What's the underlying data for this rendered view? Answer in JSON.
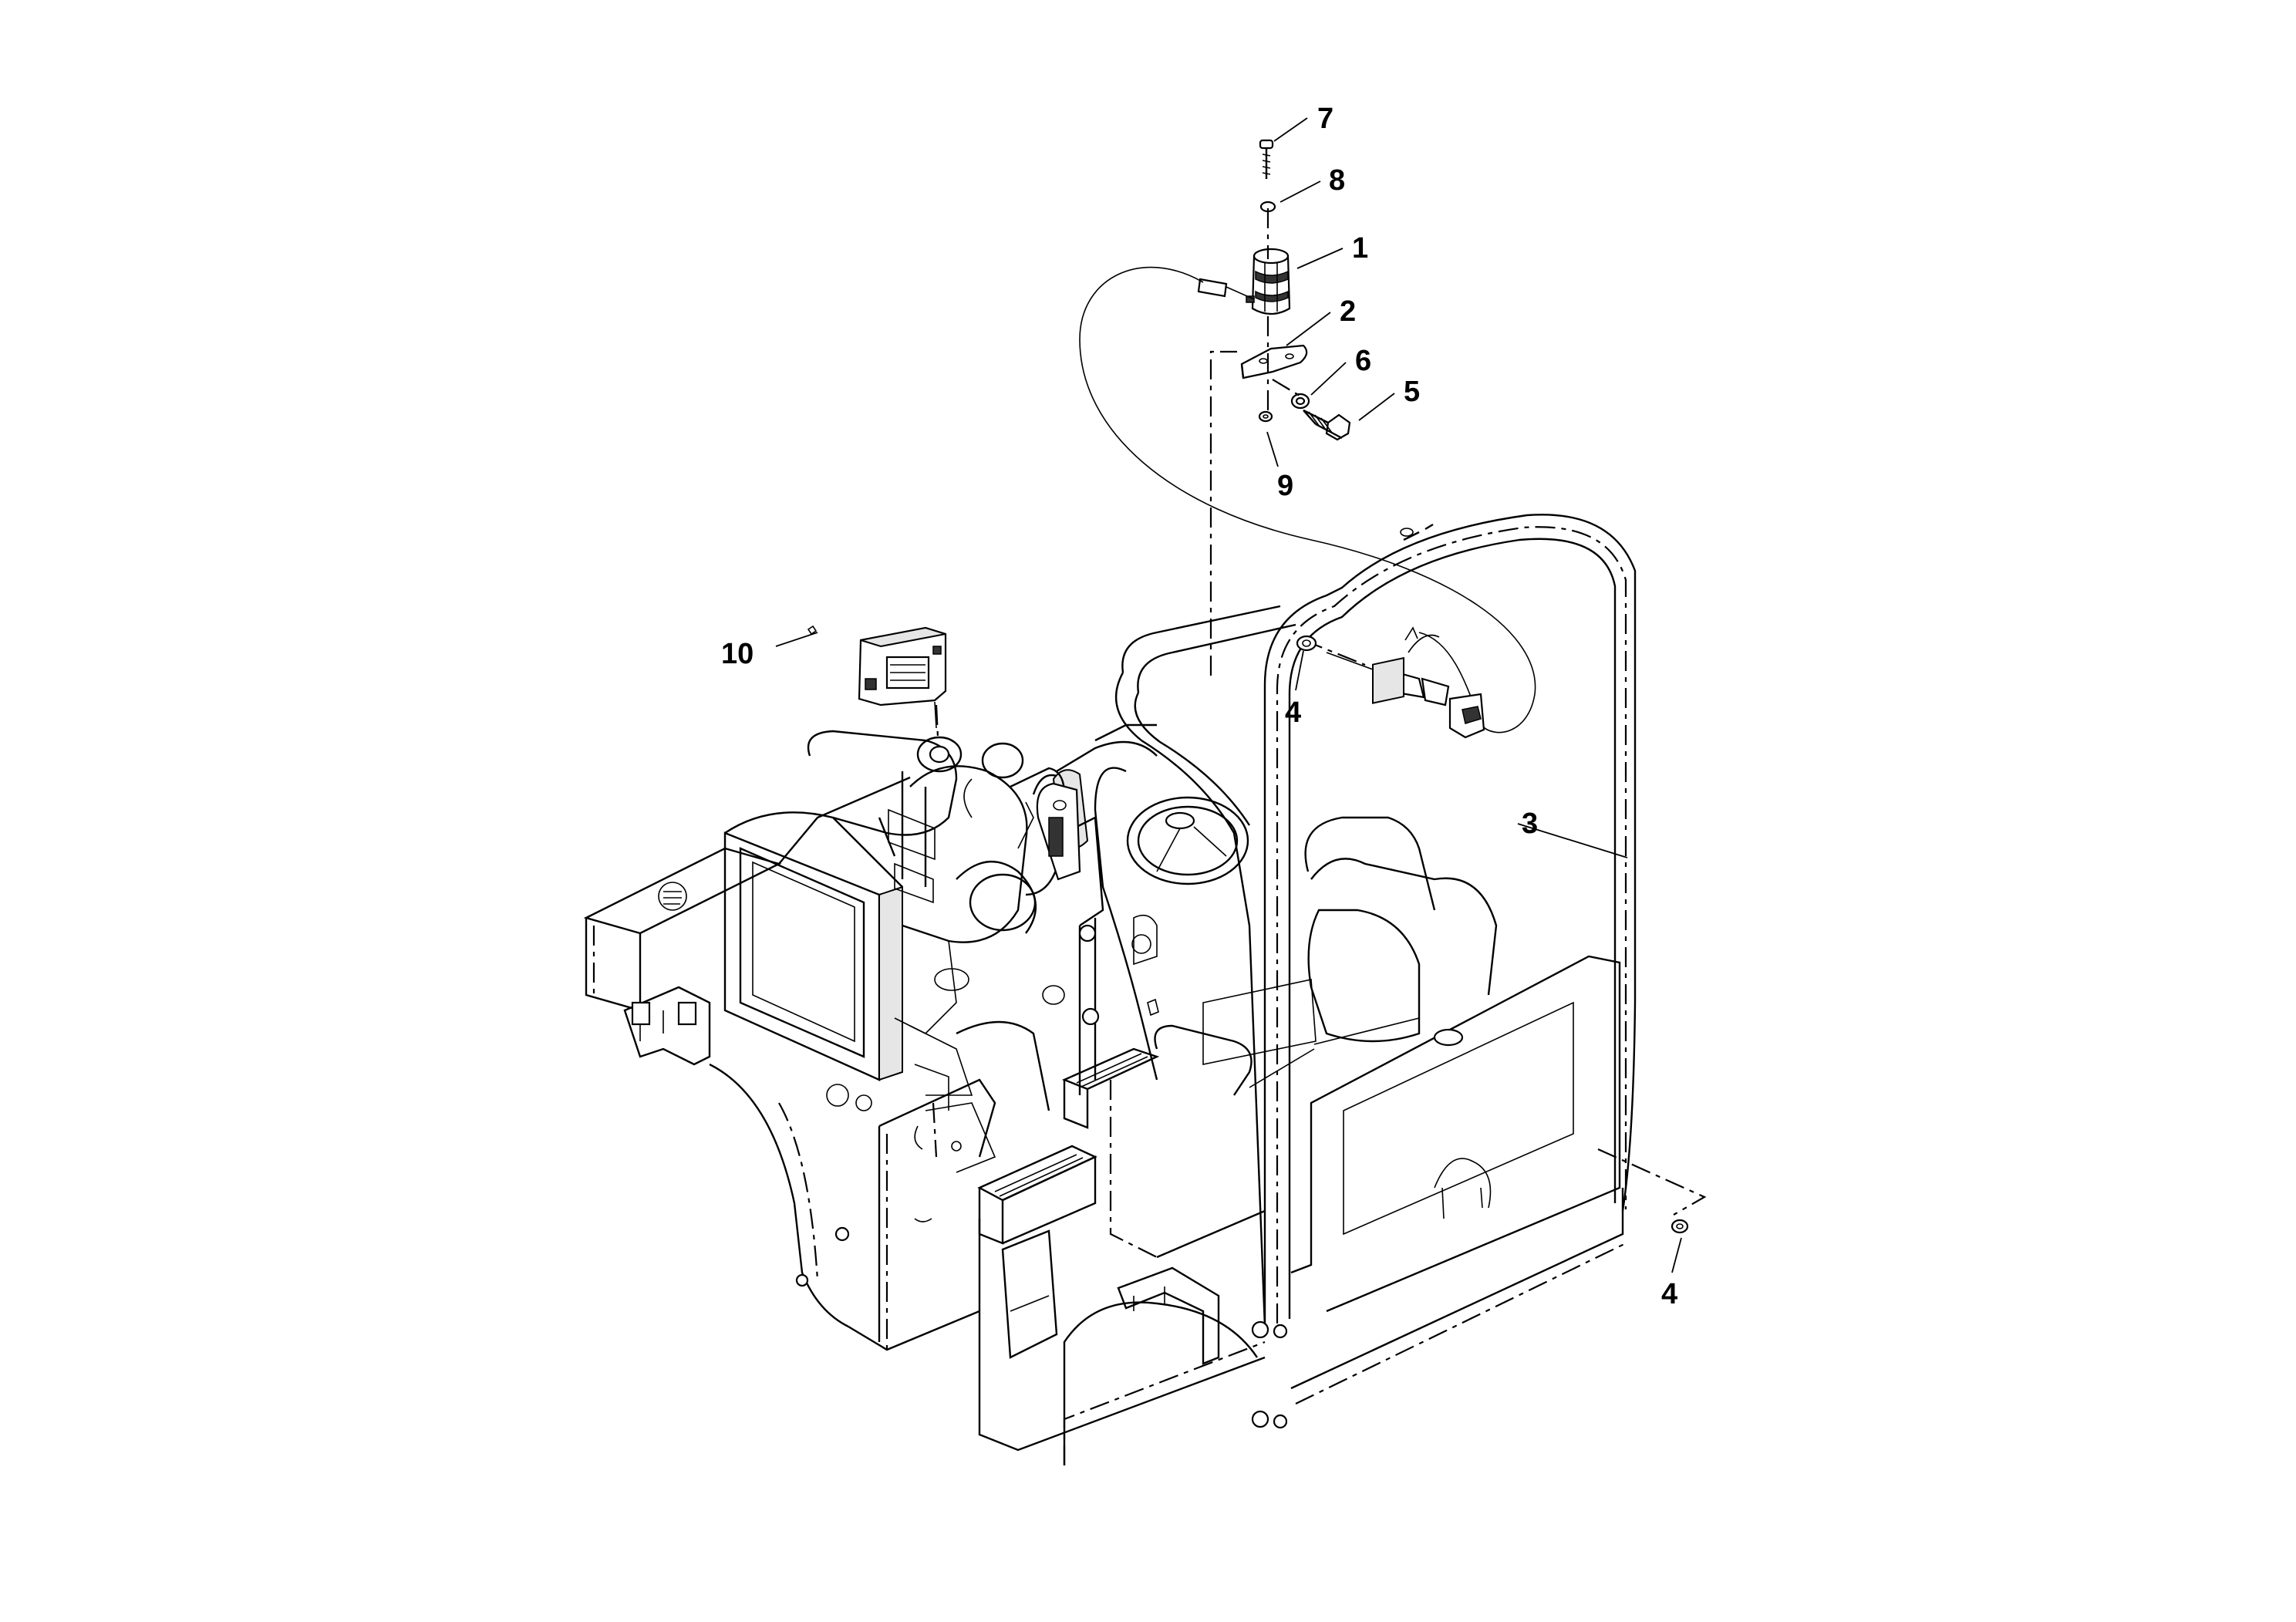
{
  "callouts": [
    {
      "id": "c7",
      "label": "7"
    },
    {
      "id": "c8",
      "label": "8"
    },
    {
      "id": "c1",
      "label": "1"
    },
    {
      "id": "c2",
      "label": "2"
    },
    {
      "id": "c6",
      "label": "6"
    },
    {
      "id": "c5",
      "label": "5"
    },
    {
      "id": "c9",
      "label": "9"
    },
    {
      "id": "c10",
      "label": "10"
    },
    {
      "id": "c4a",
      "label": "4"
    },
    {
      "id": "c3",
      "label": "3"
    },
    {
      "id": "c4b",
      "label": "4"
    }
  ]
}
